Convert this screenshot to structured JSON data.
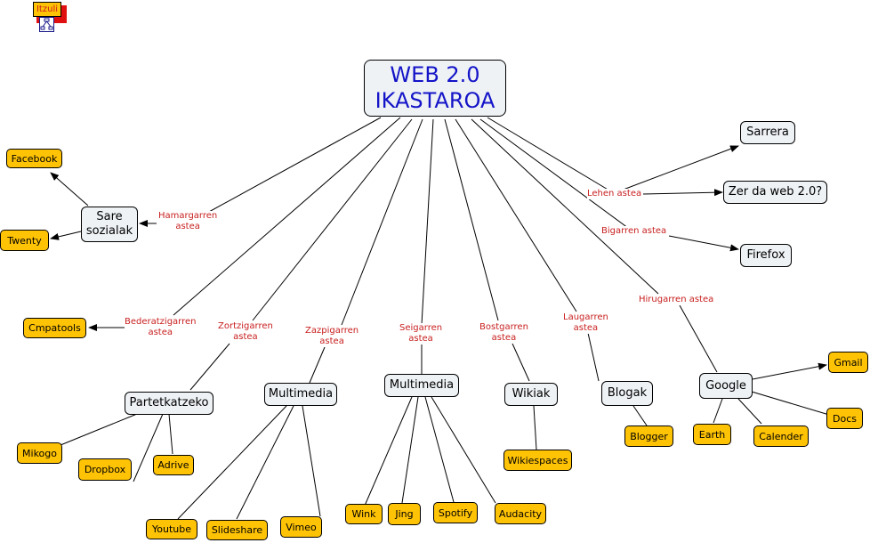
{
  "back_button": {
    "label": "Itzuli"
  },
  "root": {
    "line1": "WEB 2.0",
    "line2": "IKASTAROA"
  },
  "concepts": {
    "sare_sozialak": {
      "line1": "Sare",
      "line2": "sozialak"
    },
    "partetkatzeko": "Partetkatzeko",
    "multimedia_7": "Multimedia",
    "multimedia_6": "Multimedia",
    "wikiak": "Wikiak",
    "blogak": "Blogak",
    "google": "Google",
    "sarrera": "Sarrera",
    "zer_da": "Zer da web 2.0?",
    "firefox": "Firefox"
  },
  "tools": {
    "facebook": "Facebook",
    "twenty": "Twenty",
    "cmpatools": "Cmpatools",
    "mikogo": "Mikogo",
    "dropbox": "Dropbox",
    "adrive": "Adrive",
    "youtube": "Youtube",
    "slideshare": "Slideshare",
    "vimeo": "Vimeo",
    "wink": "Wink",
    "jing": "Jing",
    "spotify": "Spotify",
    "audacity": "Audacity",
    "wikiespaces": "Wikiespaces",
    "blogger": "Blogger",
    "earth": "Earth",
    "calender": "Calender",
    "gmail": "Gmail",
    "docs": "Docs"
  },
  "link_labels": {
    "week1": "Lehen astea",
    "week2": "Bigarren astea",
    "week3": "Hirugarren astea",
    "week4": {
      "line1": "Laugarren",
      "line2": "astea"
    },
    "week5": {
      "line1": "Bostgarren",
      "line2": "astea"
    },
    "week6": {
      "line1": "Seigarren",
      "line2": "astea"
    },
    "week7": {
      "line1": "Zazpigarren",
      "line2": "astea"
    },
    "week8": {
      "line1": "Zortzigarren",
      "line2": "astea"
    },
    "week9": {
      "line1": "Bederatzigarren",
      "line2": "astea"
    },
    "week10": {
      "line1": "Hamargarren",
      "line2": "astea"
    }
  },
  "colors": {
    "root_text": "#1414c8",
    "concept_fill": "#eef2f5",
    "tool_fill": "#ffc305",
    "link_label_text": "#c81e1e",
    "back_shadow": "#e01010"
  }
}
